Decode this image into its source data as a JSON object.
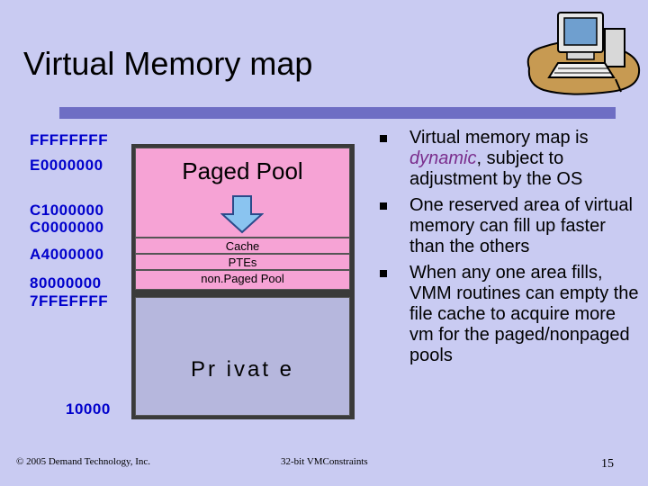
{
  "title": "Virtual Memory map",
  "addresses": [
    "FFFFFFFF",
    "E0000000",
    "C1000000",
    "C0000000",
    "A4000000",
    "80000000",
    "7FFEFFFF",
    "10000"
  ],
  "regions": {
    "paged_pool": "Paged Pool",
    "cache": "Cache",
    "ptes": "PTEs",
    "nonpaged_pool": "non.Paged Pool",
    "private": "Pr ivat e"
  },
  "bullets": {
    "b1_pre": "Virtual memory map is ",
    "b1_em": "dynamic",
    "b1_post": ", subject to adjustment by the OS",
    "b2": "One reserved area of virtual memory can fill up faster than the others",
    "b3": "When any one area fills, VMM routines can empty the file cache to acquire more vm for the paged/nonpaged pools"
  },
  "footer": {
    "copyright": "© 2005 Demand Technology, Inc.",
    "center": "32-bit VMConstraints",
    "page": "15"
  },
  "colors": {
    "background": "#c9cbf2",
    "title_bar": "#6e6ec4",
    "address_text": "#0000cc",
    "system_regions": "#f6a3d5",
    "private_region": "#b6b7dd",
    "arrow": "#8ac4f0",
    "emphasis": "#7a2d8c"
  }
}
